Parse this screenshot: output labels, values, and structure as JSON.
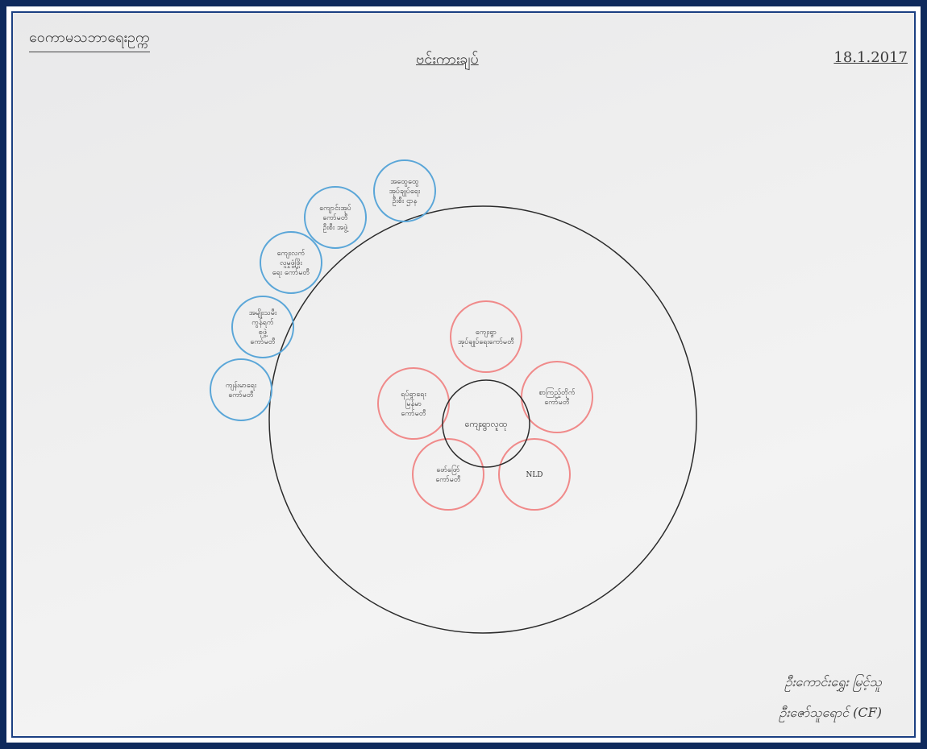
{
  "header": {
    "left_text": "ဝေကာမသဘာရေးဥက္က",
    "center_text": "ဗင်းကားချပ်",
    "date": "18.1.2017"
  },
  "diagram": {
    "center_node": "ကျေးရွာလူထု",
    "inner_nodes": [
      "ကျေးရွာ အုပ်ချုပ်ရေးကော်မတီ",
      "စာကြည့်တိုက် ကော်မတီ",
      "NLD",
      "ဖော်ဖြော် ကော်မတီ",
      "ရပ်ရွာရေး မြန်မာ ကော်မတီ"
    ],
    "outer_nodes": [
      "ကျန်းမာရေး ကော်မတီ",
      "အမျိုးသမီး ကွန်ရက် စုဖွဲ့ ကော်မတီ",
      "ကျေးလက် လူမှုဖွံ့ဖြိုး ရေး ကော်မတီ",
      "ကျောင်းအုပ် ကော်မတီ ဦးစီး အဖွဲ့",
      "အထွေထွေ အုပ်ချုပ်ရေး ဦးစီး ဌာန"
    ],
    "colors": {
      "inner": "#f08a8a",
      "outer": "#5aa6d8",
      "ring": "#2b2b2b"
    }
  },
  "signature": {
    "line1": "ဦးကောင်းရွှေး မြင့်သူ",
    "line2": "ဦးဇော်သူရောင် (CF)"
  }
}
